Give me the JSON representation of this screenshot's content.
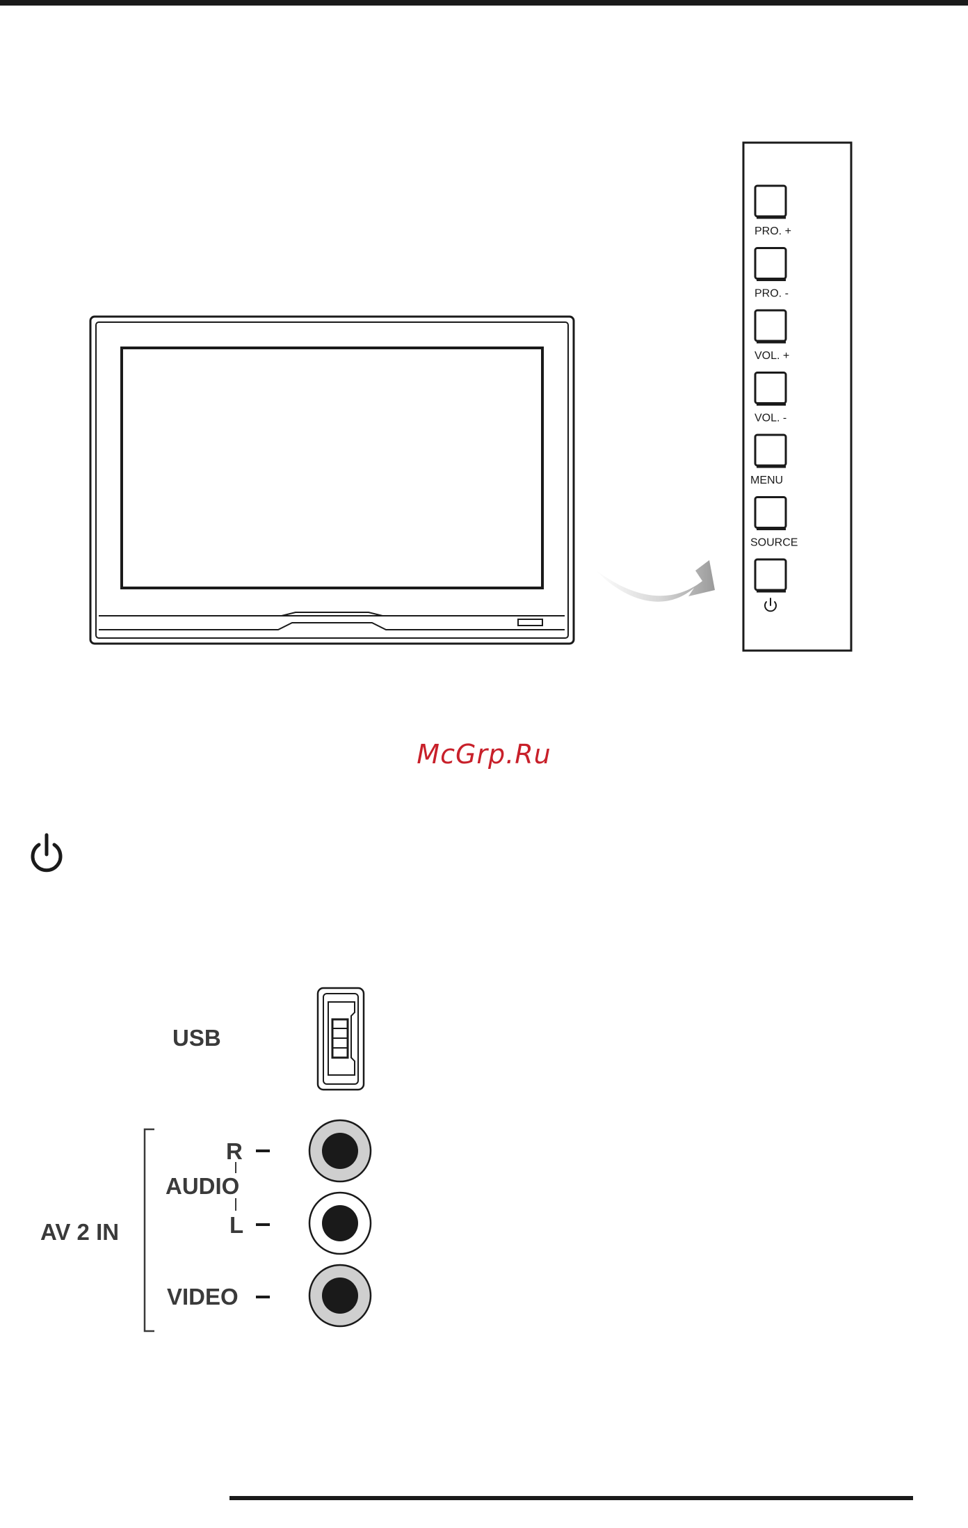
{
  "watermark": "McGrp.Ru",
  "side_panel": {
    "buttons": [
      {
        "label": "PRO. +"
      },
      {
        "label": "PRO. -"
      },
      {
        "label": "VOL. +"
      },
      {
        "label": "VOL. -"
      },
      {
        "label": "MENU"
      },
      {
        "label": "SOURCE"
      },
      {
        "label": "",
        "icon": "power-icon"
      }
    ]
  },
  "standalone_icon": "power-icon",
  "connectors": {
    "usb_label": "USB",
    "group_label": "AV 2 IN",
    "audio_label": "AUDIO",
    "audio_right": "R",
    "audio_left": "L",
    "video_label": "VIDEO"
  },
  "colors": {
    "line": "#1a1a1a",
    "watermark": "#c8202a",
    "jack_ring_grey": "#cfcfcf"
  }
}
